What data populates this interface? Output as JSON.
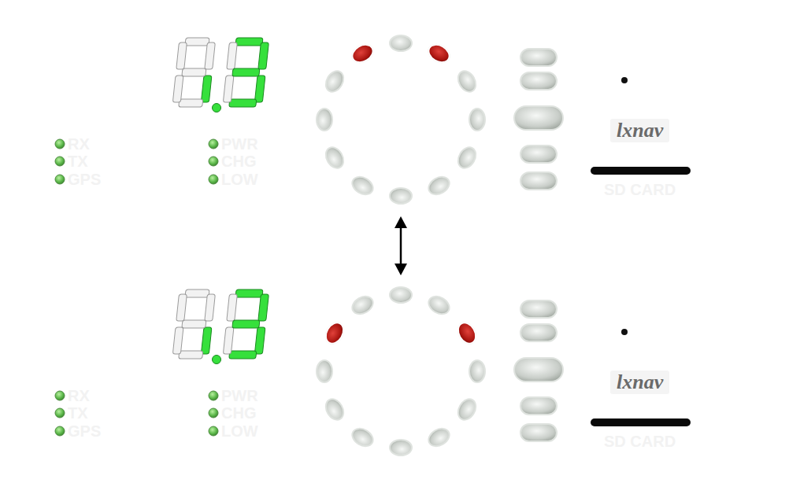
{
  "diagram": {
    "nodes": [
      {
        "text": [
          "RX",
          "TX",
          "GPS",
          "PWR",
          "CHG",
          "LOW",
          "lxnav",
          "SD CARD"
        ]
      },
      {
        "text": [
          "RX",
          "TX",
          "GPS",
          "PWR",
          "CHG",
          "LOW",
          "lxnav",
          "SD CARD"
        ]
      }
    ],
    "edges": [
      {
        "from": 0,
        "to": 1,
        "arrow": "both"
      }
    ]
  }
}
